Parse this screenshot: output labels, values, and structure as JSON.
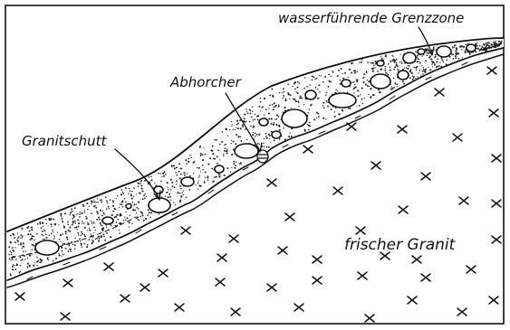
{
  "labels": {
    "grenzzone": "wasserführende Grenzzone",
    "abhorcher": "Abhorcher",
    "granitschutt": "Granitschutt",
    "granit": "frischer Granit"
  }
}
